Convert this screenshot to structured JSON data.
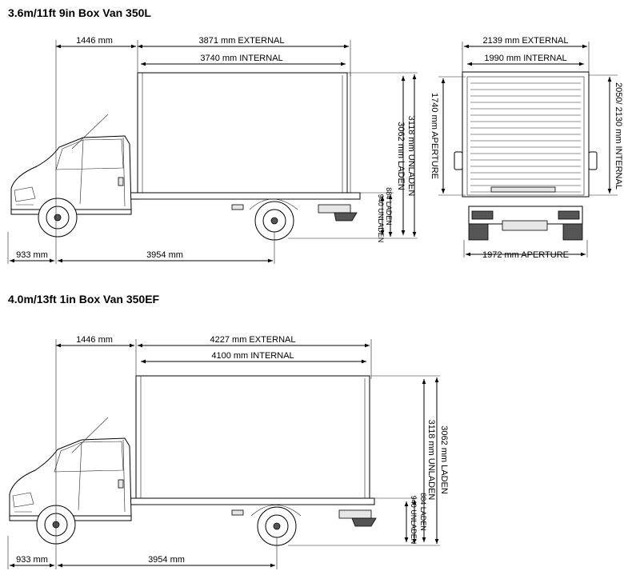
{
  "van1": {
    "title": "3.6m/11ft 9in Box Van 350L",
    "dims": {
      "cab": "1446 mm",
      "external": "3871 mm EXTERNAL",
      "internal": "3740 mm INTERNAL",
      "front_overhang": "933 mm",
      "wheelbase": "3954 mm",
      "height_unladen": "3118 mm UNLADEN",
      "height_laden": "3062 mm LADEN",
      "aperture_height": "1740 mm APERTURE",
      "floor_laden": "884 LADEN",
      "floor_unladen": "940 UNLADEN"
    },
    "rear": {
      "width_external": "2139 mm EXTERNAL",
      "width_internal": "1990 mm INTERNAL",
      "height_internal": "2050/ 2130 mm INTERNAL",
      "aperture_width": "1972 mm APERTURE"
    }
  },
  "van2": {
    "title": "4.0m/13ft 1in Box Van 350EF",
    "dims": {
      "cab": "1446 mm",
      "external": "4227 mm EXTERNAL",
      "internal": "4100 mm INTERNAL",
      "front_overhang": "933 mm",
      "wheelbase": "3954 mm",
      "height_unladen": "3118 mm UNLADEN",
      "height_laden": "3062 mm LADEN",
      "floor_laden": "884 LADEN",
      "floor_unladen": "940 UNLADEN"
    }
  }
}
